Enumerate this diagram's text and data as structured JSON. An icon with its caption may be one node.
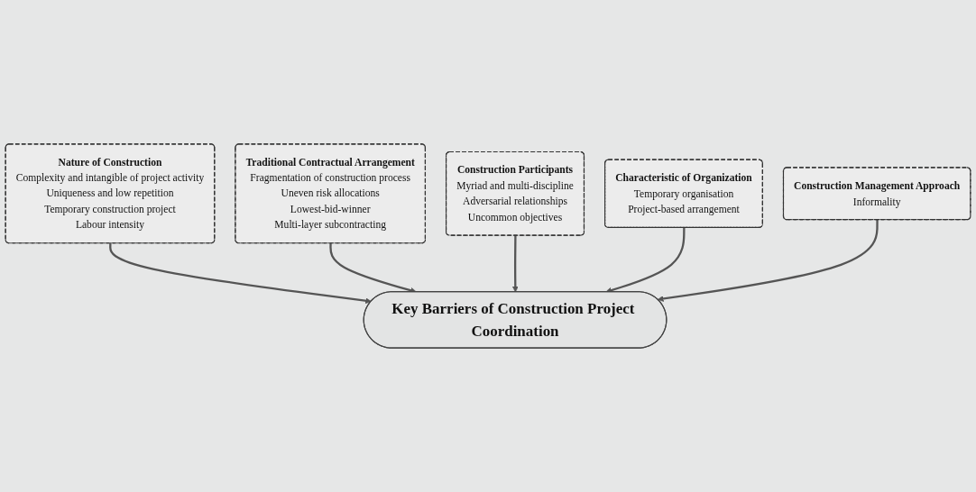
{
  "diagram": {
    "nodes": [
      {
        "text": [
          "Key Barriers of Construction Project Coordination"
        ]
      },
      {
        "text": [
          "Nature of Construction",
          "Complexity and intangible of project activity",
          "Uniqueness and low repetition",
          "Temporary construction project",
          "Labour intensity"
        ]
      },
      {
        "text": [
          "Traditional Contractual Arrangement",
          "Fragmentation of construction process",
          "Uneven risk allocations",
          "Lowest-bid-winner",
          "Multi-layer subcontracting"
        ]
      },
      {
        "text": [
          "Construction Participants",
          "Myriad and multi-discipline",
          "Adversarial relationships",
          "Uncommon objectives"
        ]
      },
      {
        "text": [
          "Characteristic of Organization",
          "Temporary organisation",
          "Project-based arrangement"
        ]
      },
      {
        "text": [
          "Construction Management Approach",
          "Informality"
        ]
      }
    ],
    "edges": [
      {
        "from": 1,
        "to": 0,
        "arrow": "to"
      },
      {
        "from": 2,
        "to": 0,
        "arrow": "to"
      },
      {
        "from": 3,
        "to": 0,
        "arrow": "to"
      },
      {
        "from": 4,
        "to": 0,
        "arrow": "to"
      },
      {
        "from": 5,
        "to": 0,
        "arrow": "to"
      }
    ]
  }
}
